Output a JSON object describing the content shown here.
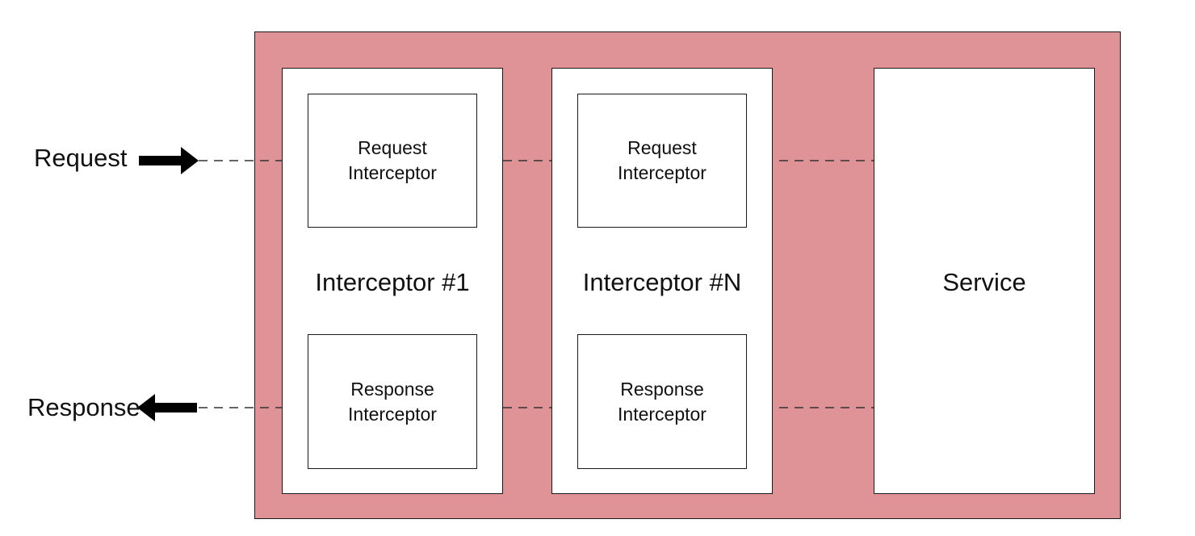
{
  "flow": {
    "request_label": "Request",
    "response_label": "Response"
  },
  "interceptors": [
    {
      "title": "Interceptor #1",
      "request_line1": "Request",
      "request_line2": "Interceptor",
      "response_line1": "Response",
      "response_line2": "Interceptor"
    },
    {
      "title": "Interceptor #N",
      "request_line1": "Request",
      "request_line2": "Interceptor",
      "response_line1": "Response",
      "response_line2": "Interceptor"
    }
  ],
  "service": {
    "title": "Service"
  },
  "colors": {
    "container_fill": "#e09396",
    "box_fill": "#ffffff",
    "stroke": "#1a1a1a"
  },
  "icons": {
    "request_arrow": "arrow-right-icon",
    "response_arrow": "arrow-left-icon"
  }
}
